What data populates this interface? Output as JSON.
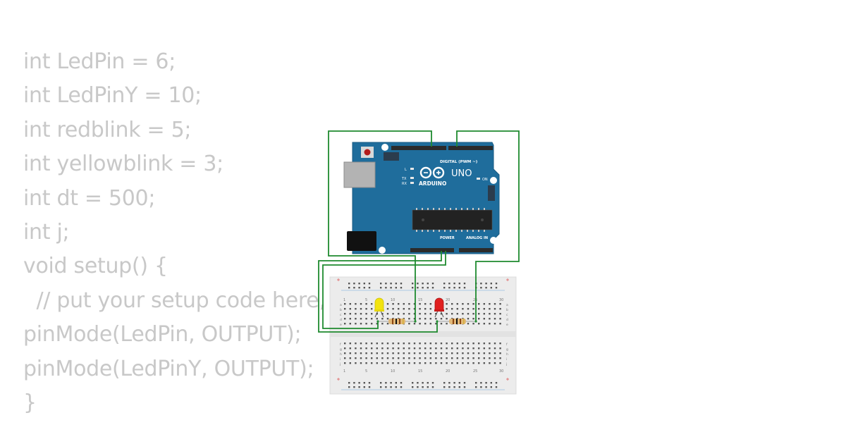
{
  "code_lines": [
    "int LedPin = 6;",
    "int LedPinY = 10;",
    "int redblink = 5;",
    "int yellowblink = 3;",
    "int dt = 500;",
    "int j;",
    "void setup() {",
    "  // put your setup code here,",
    "pinMode(LedPin, OUTPUT);",
    "pinMode(LedPinY, OUTPUT);",
    "}"
  ],
  "board": {
    "model": "UNO",
    "brand": "ARDUINO",
    "digital_label": "DIGITAL (PWM ~)",
    "analog_label": "ANALOG IN",
    "power_label": "POWER",
    "on_label": "ON",
    "tx_label": "TX",
    "rx_label": "RX",
    "l_label": "L"
  },
  "breadboard": {
    "column_numbers": [
      "1",
      "5",
      "10",
      "15",
      "20",
      "25",
      "30"
    ],
    "rows_top": [
      "a",
      "b",
      "c",
      "d",
      "e"
    ],
    "rows_bottom": [
      "f",
      "g",
      "h",
      "i",
      "j"
    ]
  },
  "components": {
    "leds": [
      {
        "name": "yellow-led",
        "color": "#f2e30f"
      },
      {
        "name": "red-led",
        "color": "#e02020"
      }
    ],
    "wire_color": "#1f8a2f",
    "board_color": "#1f6d9c"
  }
}
